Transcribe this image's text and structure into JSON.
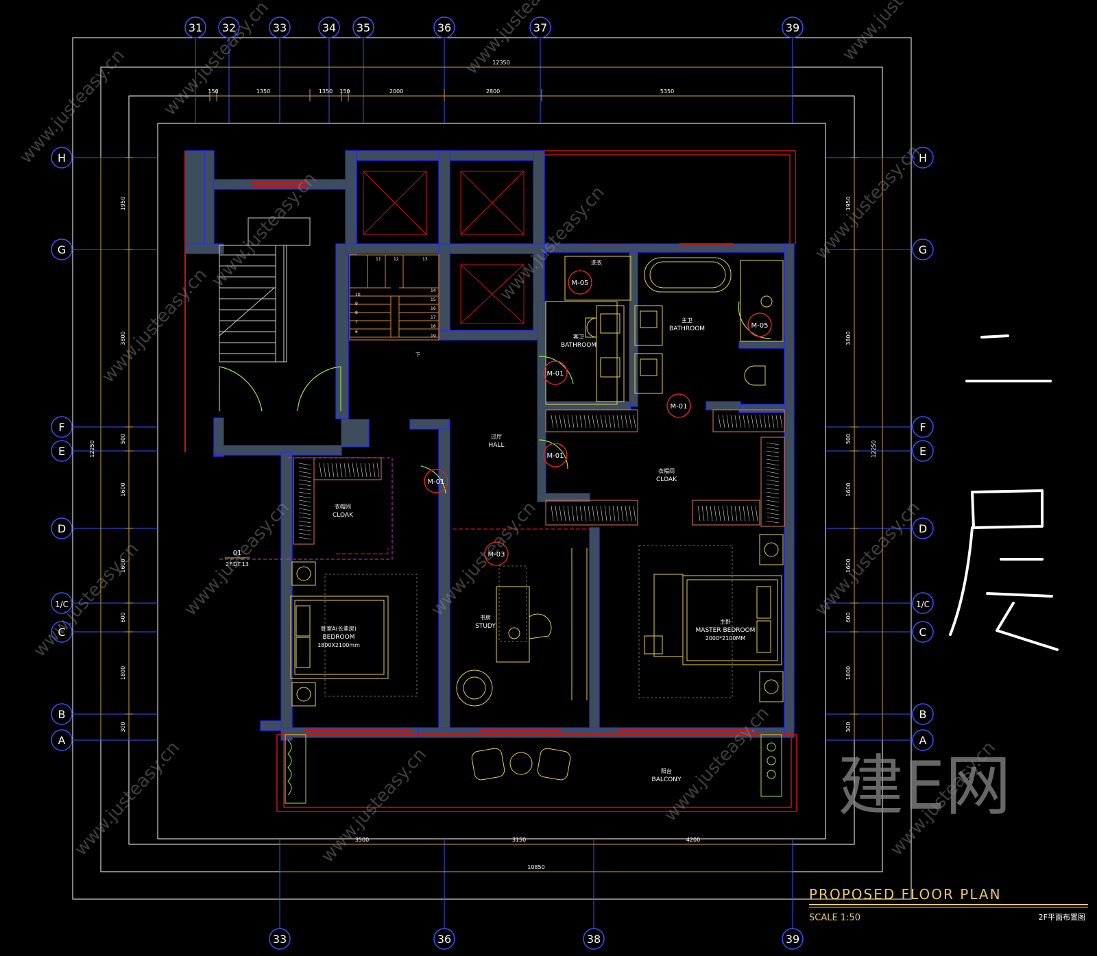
{
  "colors": {
    "background": "#000000",
    "axis_line": "#3355ff",
    "dimension_line": "#c9a24a",
    "wall_fill": "#3d4d5e",
    "wall_outline": "#2a2aff",
    "window": "#d01010",
    "furniture": "#e6d24a",
    "door": "#9fe24a",
    "stair": "#d0d0d0",
    "stair_orange": "#e08a2a",
    "wardrobe": "#e07a5a",
    "white_text": "#ffffff",
    "title": "#e8c86a",
    "tag_circle": "#e02020",
    "watermark": "#8a8a8a"
  },
  "grid_axes": {
    "top": [
      "31",
      "32",
      "33",
      "34",
      "35",
      "36",
      "37",
      "39"
    ],
    "bottom": [
      "33",
      "36",
      "38",
      "39"
    ],
    "left": [
      "H",
      "G",
      "F",
      "E",
      "D",
      "1/C",
      "C",
      "B",
      "A"
    ],
    "right": [
      "H",
      "G",
      "F",
      "E",
      "D",
      "1/C",
      "C",
      "B",
      "A"
    ]
  },
  "dimensions": {
    "top_total": "12350",
    "top_segments": [
      "150",
      "1350",
      "1350",
      "150",
      "2000",
      "2800",
      "5350"
    ],
    "bottom_segments": [
      "3500",
      "3150",
      "4200"
    ],
    "bottom_total": "10850",
    "left_segments": [
      "1950",
      "3800",
      "500",
      "1600",
      "1600",
      "600",
      "1800",
      "300"
    ],
    "left_total": "12250",
    "right_segments": [
      "1950",
      "3800",
      "500",
      "1600",
      "1600",
      "600",
      "1800",
      "300"
    ],
    "right_total": "12250"
  },
  "rooms": [
    {
      "zh": "书房",
      "en": "STUDY"
    },
    {
      "zh": "过厅",
      "en": "HALL"
    },
    {
      "zh": "衣帽间",
      "en": "CLOAK"
    },
    {
      "zh": "衣帽间",
      "en": "CLOAK"
    },
    {
      "zh": "客卫",
      "en": "BATHROOM"
    },
    {
      "zh": "主卫",
      "en": "BATHROOM"
    },
    {
      "zh": "卧室A(长辈房)",
      "en": "BEDROOM",
      "size": "1800X2100mm"
    },
    {
      "zh": "主卧",
      "en": "MASTER BEDROOM",
      "size": "2000*2100MM"
    },
    {
      "zh": "阳台",
      "en": "BALCONY"
    },
    {
      "zh": "洗衣",
      "en": ""
    }
  ],
  "door_tags": [
    "M-05",
    "M-05",
    "M-01",
    "M-01",
    "M-01",
    "M-01",
    "M-03"
  ],
  "section_marker": {
    "number": "01",
    "ref": "2F.DT.13"
  },
  "stair_numbers": [
    "11",
    "12",
    "13",
    "10",
    "9",
    "8",
    "7",
    "6",
    "14",
    "15",
    "16",
    "17",
    "18",
    "19"
  ],
  "stair_down_label": "下",
  "title": {
    "main": "PROPOSED FLOOR PLAN",
    "scale": "SCALE 1:50",
    "sheet": "2F平面布置图"
  },
  "handwritten_label": "二层",
  "watermark": {
    "logo": "建E网",
    "url": "www.justeasy.cn"
  }
}
